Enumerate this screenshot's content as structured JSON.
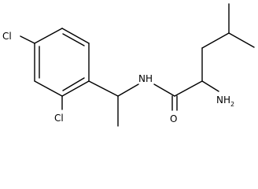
{
  "molecule": {
    "labels": {
      "cl_top": "Cl",
      "cl_bottom": "Cl",
      "nh": "NH",
      "o": "O",
      "nh2_main": "NH",
      "nh2_sub": "2"
    }
  },
  "colors": {
    "bond": "#000000",
    "label": "#000000",
    "background": "#ffffff"
  }
}
